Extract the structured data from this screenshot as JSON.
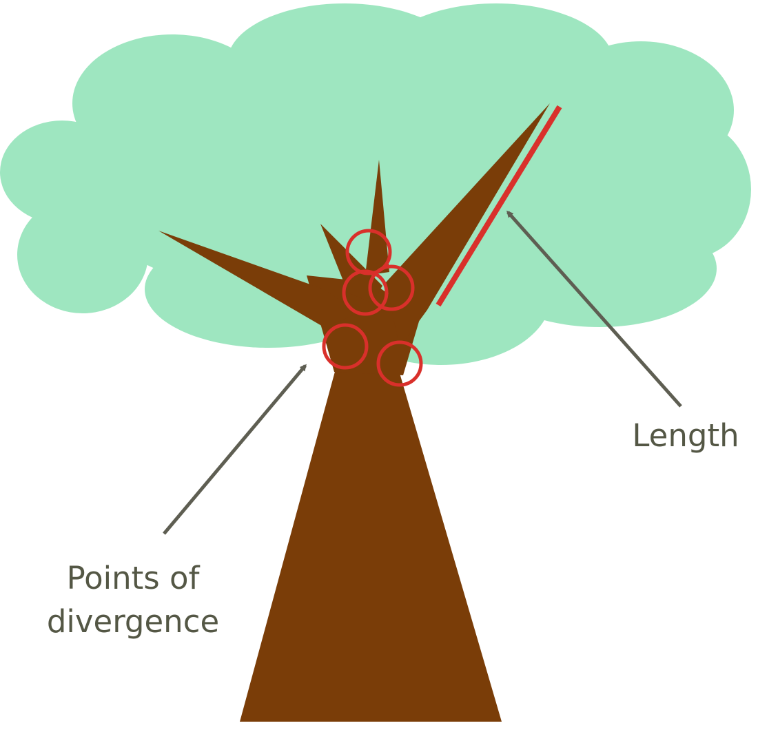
{
  "colors": {
    "canopy": "#9ee6c0",
    "trunk": "#7a3d08",
    "marker": "#d9302b",
    "arrow": "#5e5e52",
    "text": "#545745"
  },
  "labels": {
    "length": "Length",
    "divergence_line1": "Points of",
    "divergence_line2": "divergence"
  }
}
